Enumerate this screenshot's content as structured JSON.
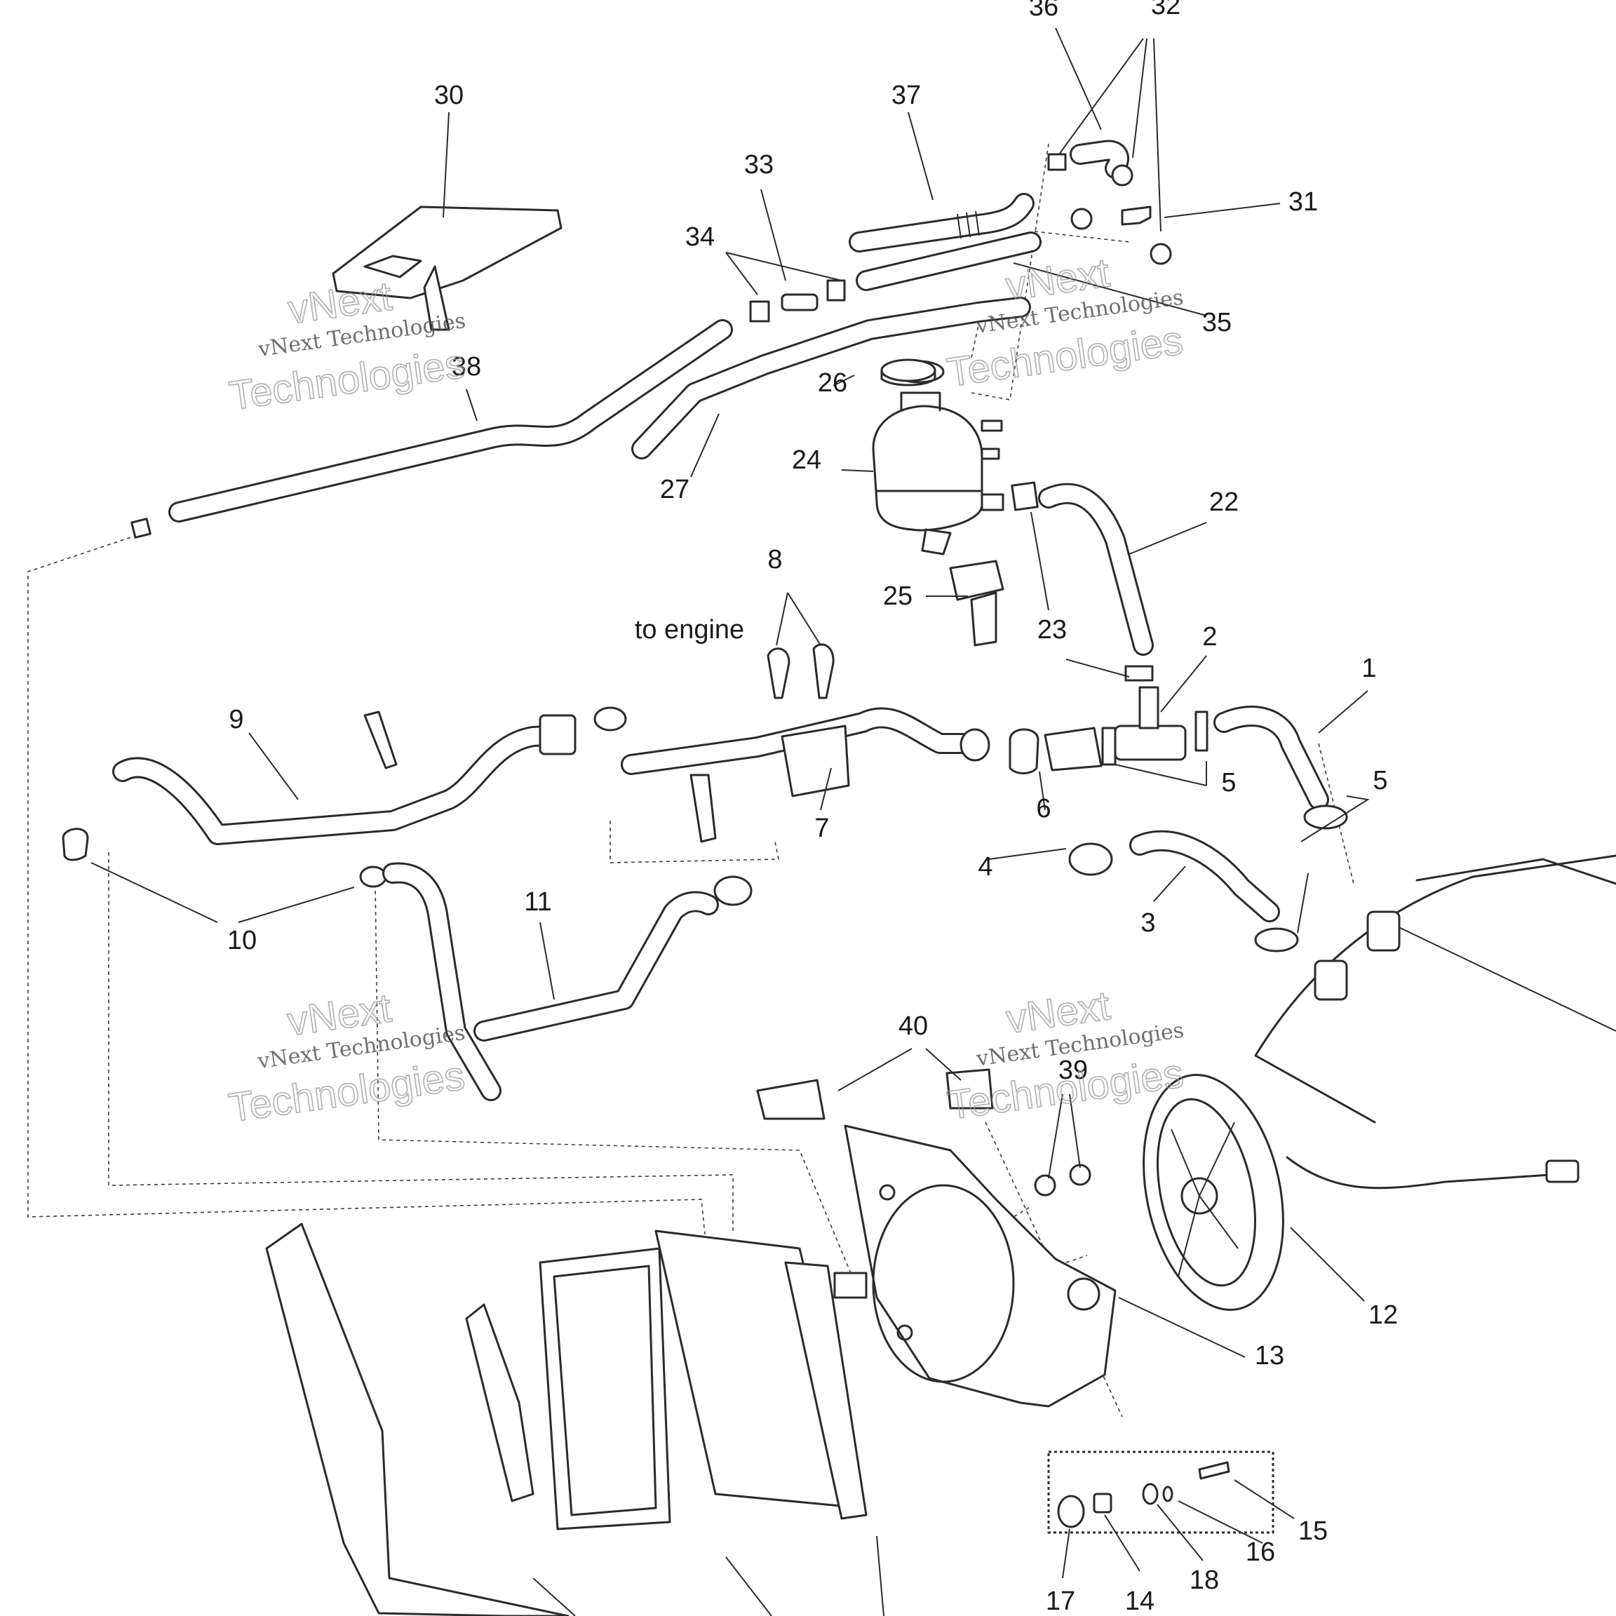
{
  "callouts": {
    "c1": "1",
    "c2": "2",
    "c3": "3",
    "c4": "4",
    "c5a": "5",
    "c5b": "5",
    "c6": "6",
    "c7": "7",
    "c8": "8",
    "c9": "9",
    "c10": "10",
    "c11": "11",
    "c12": "12",
    "c13": "13",
    "c14": "14",
    "c15": "15",
    "c16": "16",
    "c17": "17",
    "c18": "18",
    "c22": "22",
    "c23": "23",
    "c24": "24",
    "c25": "25",
    "c26": "26",
    "c27": "27",
    "c30": "30",
    "c31": "31",
    "c32": "32",
    "c33": "33",
    "c34": "34",
    "c35": "35",
    "c36": "36",
    "c37": "37",
    "c38": "38",
    "c39": "39",
    "c40": "40"
  },
  "note": "to engine",
  "watermark": {
    "line1": "vNext Technologies",
    "line2": "vNext",
    "line3": "Technologies"
  }
}
